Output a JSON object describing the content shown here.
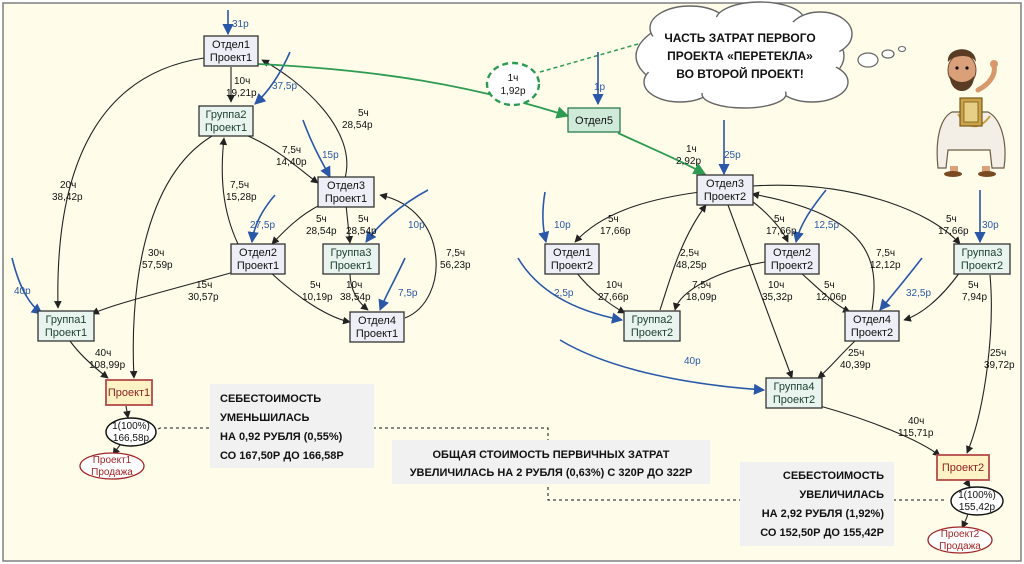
{
  "colors": {
    "background": "#fffde9",
    "border": "#7f7f7f",
    "flow_blue": "#2a57a8",
    "transfer_green": "#2d9b52",
    "edge_dark": "#222222",
    "project_red": "#b24a4a"
  },
  "nodes": {
    "otdel1_p1": [
      "Отдел1",
      "Проект1"
    ],
    "gruppa2_p1": [
      "Группа2",
      "Проект1"
    ],
    "otdel3_p1": [
      "Отдел3",
      "Проект1"
    ],
    "otdel2_p1": [
      "Отдел2",
      "Проект1"
    ],
    "gruppa3_p1": [
      "Группа3",
      "Проект1"
    ],
    "gruppa1_p1": [
      "Группа1",
      "Проект1"
    ],
    "otdel4_p1": [
      "Отдел4",
      "Проект1"
    ],
    "project1": [
      "Проект1"
    ],
    "otdel5": [
      "Отдел5"
    ],
    "otdel3_p2": [
      "Отдел3",
      "Проект2"
    ],
    "otdel1_p2": [
      "Отдел1",
      "Проект2"
    ],
    "otdel2_p2": [
      "Отдел2",
      "Проект2"
    ],
    "gruppa3_p2": [
      "Группа3",
      "Проект2"
    ],
    "gruppa2_p2": [
      "Группа2",
      "Проект2"
    ],
    "otdel4_p2": [
      "Отдел4",
      "Проект2"
    ],
    "gruppa4_p2": [
      "Группа4",
      "Проект2"
    ],
    "project2": [
      "Проект2"
    ]
  },
  "edge_labels": {
    "e1": [
      "10ч",
      "19,21р"
    ],
    "e2": [
      "5ч",
      "28,54р"
    ],
    "e3": [
      "7,5ч",
      "14,40р"
    ],
    "e4": [
      "7,5ч",
      "15,28р"
    ],
    "e5": [
      "20ч",
      "38,42р"
    ],
    "e6": [
      "30ч",
      "57,59р"
    ],
    "e7": [
      "5ч",
      "28,54р"
    ],
    "e8": [
      "5ч",
      "28,54р"
    ],
    "e9": [
      "7,5ч",
      "56,23р"
    ],
    "e10": [
      "15ч",
      "30,57р"
    ],
    "e11": [
      "5ч",
      "10,19р"
    ],
    "e12": [
      "10ч",
      "38,54р"
    ],
    "e13": [
      "40ч",
      "108,99р"
    ],
    "e14": [
      "1ч",
      "2,92р"
    ],
    "e15": [
      "5ч",
      "17,66р"
    ],
    "e16": [
      "5ч",
      "17,66р"
    ],
    "e17": [
      "5ч",
      "17,66р"
    ],
    "e18": [
      "2,5ч",
      "48,25р"
    ],
    "e19": [
      "7,5ч",
      "12,12р"
    ],
    "e20": [
      "10ч",
      "27,66р"
    ],
    "e21": [
      "7,5ч",
      "18,09р"
    ],
    "e22": [
      "10ч",
      "35,32р"
    ],
    "e23": [
      "5ч",
      "12,06р"
    ],
    "e24": [
      "5ч",
      "7,94р"
    ],
    "e25": [
      "25ч",
      "40,39р"
    ],
    "e26": [
      "25ч",
      "39,72р"
    ],
    "e27": [
      "40ч",
      "115,71р"
    ]
  },
  "inflows": {
    "f1": "31р",
    "f2": "37,5р",
    "f3": "15р",
    "f4": "27,5р",
    "f5": "10р",
    "f6": "7,5р",
    "f7": "40р",
    "f8": "1р",
    "f9": "25р",
    "f10": "10р",
    "f11": "12,5р",
    "f12": "30р",
    "f13": "2,5р",
    "f14": "32,5р",
    "f15": "40р"
  },
  "transfer": [
    "1ч",
    "1,92р"
  ],
  "cloud": [
    "ЧАСТЬ ЗАТРАТ ПЕРВОГО",
    "ПРОЕКТА «ПЕРЕТЕКЛА»",
    "ВО ВТОРОЙ ПРОЕКТ!"
  ],
  "result1": [
    "1(100%)",
    "166,58р"
  ],
  "result2": [
    "1(100%)",
    "155,42р"
  ],
  "sale1": [
    "Проект1",
    "Продажа"
  ],
  "sale2": [
    "Проект2",
    "Продажа"
  ],
  "annotations": {
    "a1": [
      "СЕБЕСТОИМОСТЬ",
      "УМЕНЬШИЛАСЬ",
      "НА 0,92 РУБЛЯ (0,55%)",
      "СО 167,50Р ДО 166,58Р"
    ],
    "a2": [
      "ОБЩАЯ СТОИМОСТЬ ПЕРВИЧНЫХ ЗАТРАТ",
      "УВЕЛИЧИЛАСЬ НА 2 РУБЛЯ (0,63%) С 320Р ДО 322Р"
    ],
    "a3": [
      "СЕБЕСТОИМОСТЬ",
      "УВЕЛИЧИЛАСЬ",
      "НА 2,92 РУБЛЯ (1,92%)",
      "СО 152,50Р ДО 155,42Р"
    ]
  }
}
